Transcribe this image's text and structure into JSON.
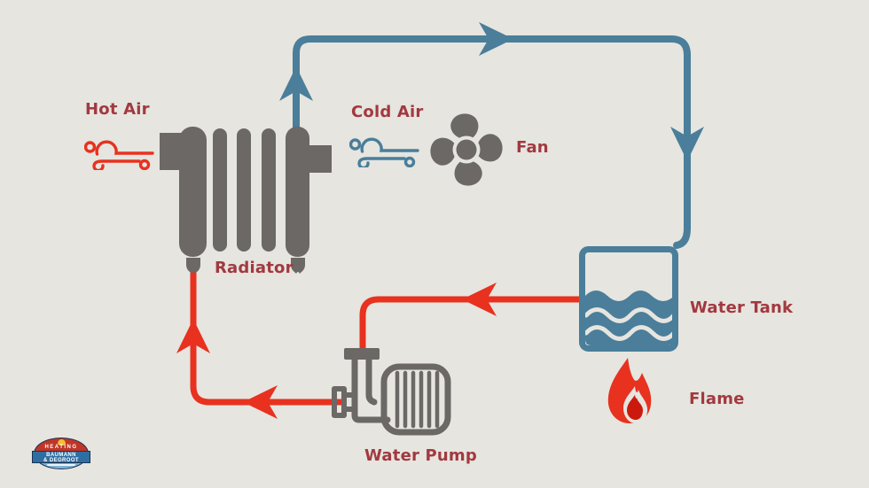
{
  "labels": {
    "hot_air": "Hot Air",
    "cold_air": "Cold Air",
    "fan": "Fan",
    "radiator": "Radiator",
    "water_tank": "Water Tank",
    "flame": "Flame",
    "water_pump": "Water Pump"
  },
  "logo": {
    "top_text": "HEATING",
    "name_line1": "BAUMANN",
    "name_line2": "& DEGROOT"
  },
  "icons": {
    "hot_wind": "wind-gust-icon (red)",
    "cold_wind": "wind-gust-icon (teal)",
    "fan": "fan-blades-icon",
    "radiator": "radiator-icon",
    "water_tank": "water-tank-icon",
    "flame": "flame-icon",
    "water_pump": "centrifugal-pump-icon",
    "flow_arrows": "arrowheads on pipes: up from radiator, right along top, down into tank, left from tank to pump, left from pump, up into radiator"
  },
  "colors": {
    "background": "#E6E5DF",
    "component_gray": "#6B6865",
    "pipe_cold": "#4A7E9A",
    "pipe_hot": "#E8311F",
    "label_text": "#A23940",
    "flame_inner": "#CC190D",
    "logo_band_blue": "#2E6FA3",
    "logo_red": "#C13527",
    "logo_navy": "#1C3352",
    "logo_yellow": "#F2C02F",
    "logo_water": "#7FB3D6"
  }
}
